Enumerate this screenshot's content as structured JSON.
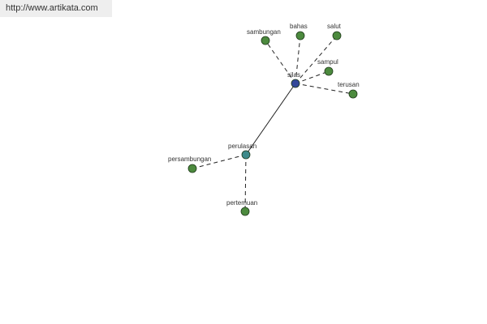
{
  "header": {
    "url": "http://www.artikata.com"
  },
  "colors": {
    "root": "#33489a",
    "hub": "#3e8a8a",
    "leaf": "#4c8a3e"
  },
  "graph": {
    "nodes": [
      {
        "id": "silas",
        "label": "silas",
        "kind": "root"
      },
      {
        "id": "perulasan",
        "label": "perulasan",
        "kind": "hub"
      },
      {
        "id": "sambungan",
        "label": "sambungan",
        "kind": "leaf"
      },
      {
        "id": "bahas",
        "label": "bahas",
        "kind": "leaf"
      },
      {
        "id": "salut",
        "label": "salut",
        "kind": "leaf"
      },
      {
        "id": "sampul",
        "label": "sampul",
        "kind": "leaf"
      },
      {
        "id": "terusan",
        "label": "terusan",
        "kind": "leaf"
      },
      {
        "id": "persambungan",
        "label": "persambungan",
        "kind": "leaf"
      },
      {
        "id": "pertemuan",
        "label": "pertemuan",
        "kind": "leaf"
      }
    ],
    "edges": [
      {
        "from": "silas",
        "to": "perulasan",
        "style": "solid"
      },
      {
        "from": "silas",
        "to": "sambungan",
        "style": "dashed"
      },
      {
        "from": "silas",
        "to": "bahas",
        "style": "dashed"
      },
      {
        "from": "silas",
        "to": "salut",
        "style": "dashed"
      },
      {
        "from": "silas",
        "to": "sampul",
        "style": "dashed"
      },
      {
        "from": "silas",
        "to": "terusan",
        "style": "dashed"
      },
      {
        "from": "perulasan",
        "to": "persambungan",
        "style": "dashed"
      },
      {
        "from": "perulasan",
        "to": "pertemuan",
        "style": "dashed"
      }
    ]
  }
}
